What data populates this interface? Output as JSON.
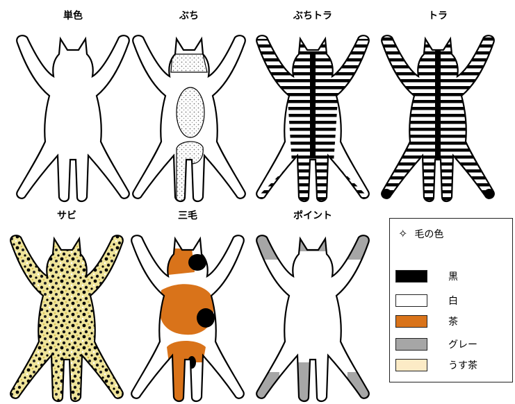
{
  "cats": [
    {
      "label": "単色",
      "pattern": "solid"
    },
    {
      "label": "ぶち",
      "pattern": "bicolor"
    },
    {
      "label": "ぶちトラ",
      "pattern": "bicolor-tabby"
    },
    {
      "label": "トラ",
      "pattern": "tabby"
    },
    {
      "label": "サビ",
      "pattern": "tortoiseshell"
    },
    {
      "label": "三毛",
      "pattern": "calico"
    },
    {
      "label": "ポイント",
      "pattern": "point"
    }
  ],
  "legend": {
    "title": "毛の色",
    "icon": "four-point-star-icon",
    "items": [
      {
        "label": "黒",
        "color": "#000000"
      },
      {
        "label": "白",
        "color": "#ffffff"
      },
      {
        "label": "茶",
        "color": "#d9731a"
      },
      {
        "label": "グレー",
        "color": "#a6a6a6"
      },
      {
        "label": "うす茶",
        "color": "#fcebc6"
      }
    ]
  }
}
